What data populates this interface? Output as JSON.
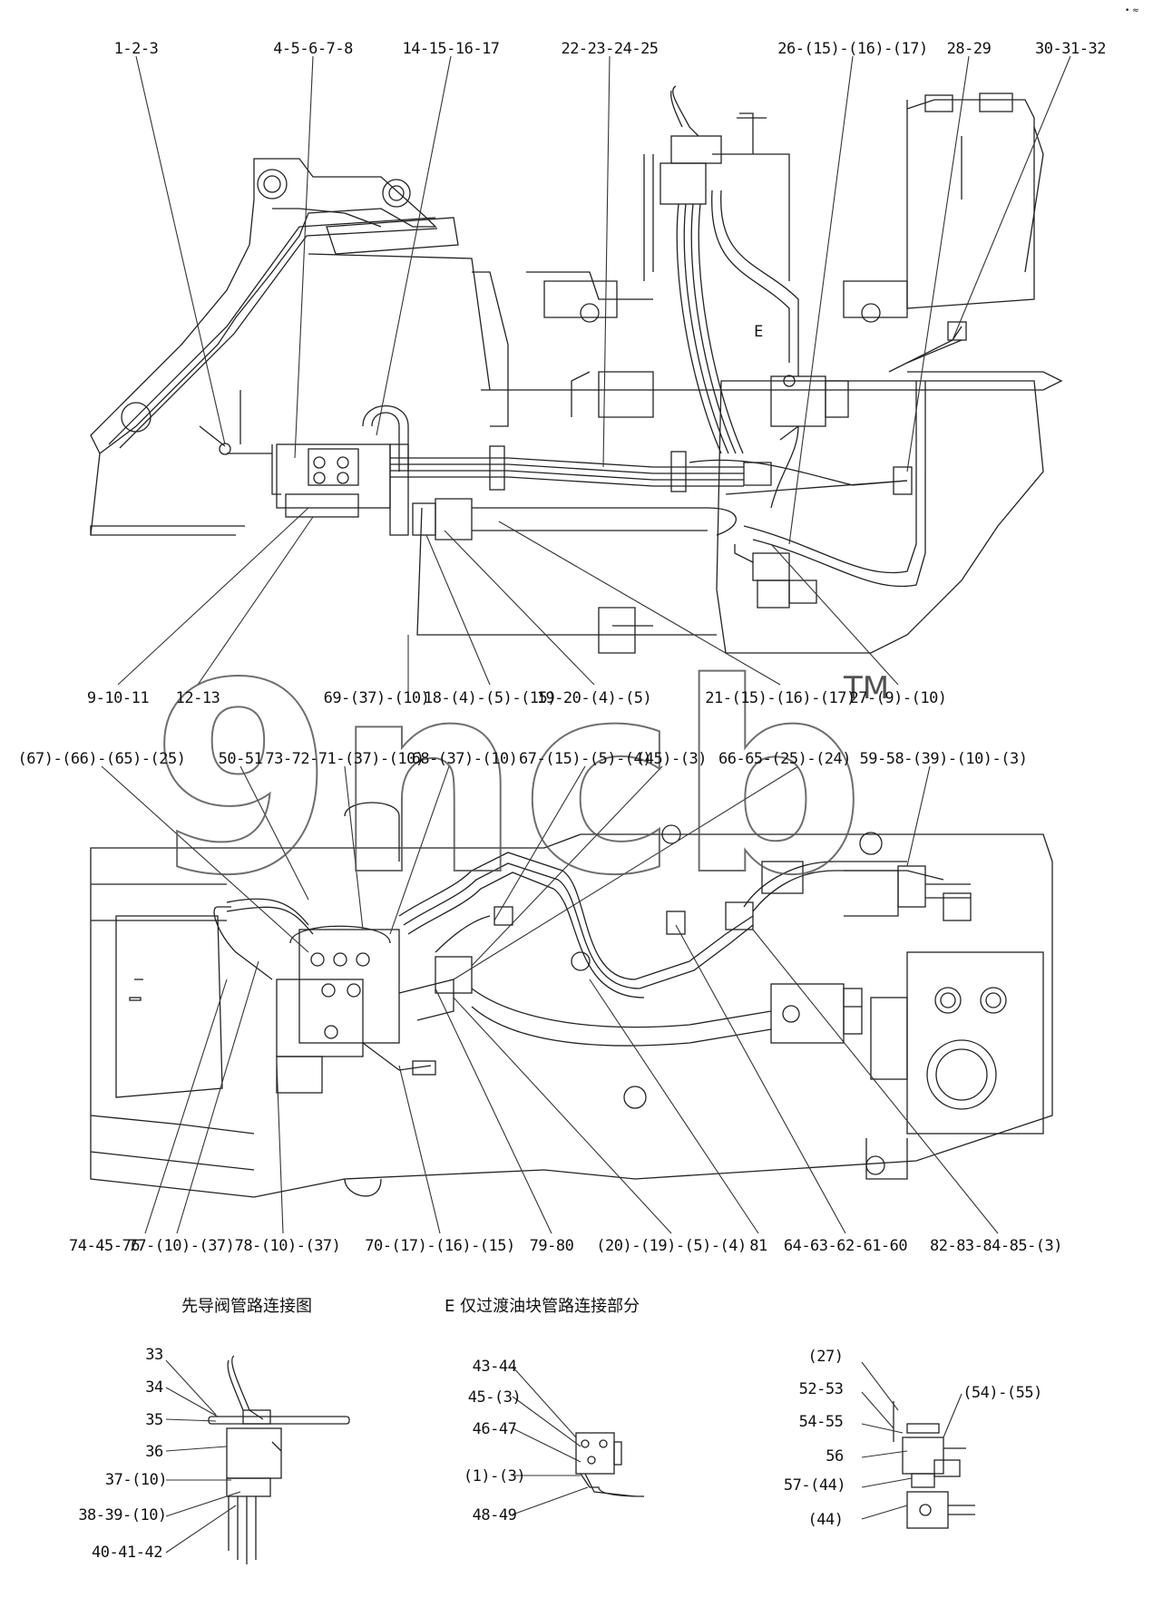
{
  "top_view": {
    "callouts_top": [
      "1-2-3",
      "4-5-6-7-8",
      "14-15-16-17",
      "22-23-24-25",
      "26-(15)-(16)-(17)",
      "28-29",
      "30-31-32"
    ],
    "callouts_bottom": [
      "9-10-11",
      "12-13",
      "69-(37)-(10)",
      "18-(4)-(5)-(15)",
      "19-20-(4)-(5)",
      "21-(15)-(16)-(17)",
      "27-(9)-(10)"
    ],
    "section_marker": "E"
  },
  "bottom_view": {
    "callouts_top": [
      "(67)-(66)-(65)-(25)",
      "50-51",
      "73-72-71-(37)-(10)",
      "68-(37)-(10)",
      "67-(15)-(5)-(4)",
      "(45)-(3)",
      "66-65-(25)-(24)",
      "59-58-(39)-(10)-(3)"
    ],
    "callouts_bottom": [
      "74-45-76",
      "77-(10)-(37)",
      "78-(10)-(37)",
      "70-(17)-(16)-(15)",
      "79-80",
      "(20)-(19)-(5)-(4)",
      "81",
      "64-63-62-61-60",
      "82-83-84-85-(3)"
    ]
  },
  "detail_pilot": {
    "title": "先导阀管路连接图",
    "callouts": [
      "33",
      "34",
      "35",
      "36",
      "37-(10)",
      "38-39-(10)",
      "40-41-42"
    ]
  },
  "detail_e": {
    "title": "E 仅过渡油块管路连接部分",
    "callouts": [
      "43-44",
      "45-(3)",
      "46-47",
      "(1)-(3)",
      "48-49"
    ]
  },
  "detail_right": {
    "callouts": [
      "(27)",
      "52-53",
      "54-55",
      "56",
      "57-(44)",
      "(44)",
      "(54)-(55)"
    ]
  },
  "watermark": {
    "text": "9ncb",
    "tm": "TM"
  },
  "corner_mark": "• ≈"
}
